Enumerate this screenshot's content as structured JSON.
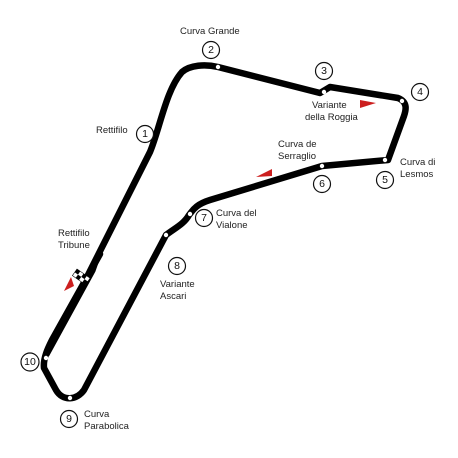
{
  "colors": {
    "track": "#000000",
    "marker": "#ffffff",
    "arrow": "#cc1f1f",
    "text": "#222222"
  },
  "corners": [
    {
      "num": "1",
      "label": [
        "Rettifilo"
      ]
    },
    {
      "num": "2",
      "label": [
        "Curva Grande"
      ]
    },
    {
      "num": "3",
      "label": [
        "Variante",
        "della Roggia"
      ]
    },
    {
      "num": "4",
      "label": []
    },
    {
      "num": "5",
      "label": [
        "Curva di",
        "Lesmos"
      ]
    },
    {
      "num": "6",
      "label": [
        "Curva de",
        "Serraglio"
      ]
    },
    {
      "num": "7",
      "label": [
        "Curva del",
        "Vialone"
      ]
    },
    {
      "num": "8",
      "label": [
        "Variante",
        "Ascari"
      ]
    },
    {
      "num": "9",
      "label": [
        "Curva",
        "Parabolica"
      ]
    },
    {
      "num": "10",
      "label": []
    }
  ],
  "extra_labels": [
    {
      "label": [
        "Rettifilo",
        "Tribune"
      ]
    }
  ],
  "icons": {
    "start_finish": "checkered-flag-icon",
    "direction": "direction-arrow-icon"
  }
}
